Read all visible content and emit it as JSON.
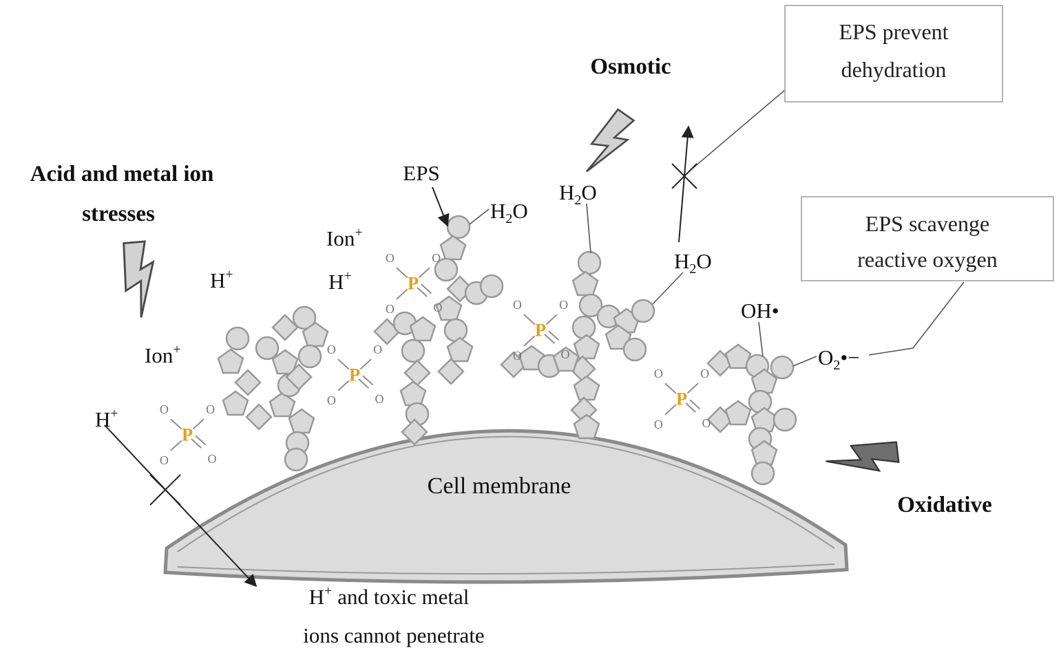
{
  "colors": {
    "shape_fill": "#d9d9d9",
    "shape_stroke": "#999999",
    "membrane_fill": "#dcdcdc",
    "membrane_stroke": "#8a8a8a",
    "phosphorus_orange": "#e2a018",
    "box_border": "#b3b3b3",
    "text": "#111111"
  },
  "stresses": {
    "acid_line1": "Acid and metal ion",
    "acid_line2": "stresses",
    "osmotic": "Osmotic",
    "oxidative": "Oxidative"
  },
  "molecules": {
    "eps": "EPS",
    "h": "H",
    "plus": "+",
    "ion": "Ion",
    "h2o_h": "H",
    "h2o_sub": "2",
    "h2o_o": "O",
    "oh_radical": "OH•",
    "o2_o": "O",
    "o2_sub": "2",
    "o2_rad": "•−",
    "p": "P",
    "o": "O"
  },
  "membrane": {
    "label": "Cell membrane"
  },
  "callouts": {
    "dehydration_line1": "EPS prevent",
    "dehydration_line2": "dehydration",
    "scavenge_line1": "EPS scavenge",
    "scavenge_line2": "reactive oxygen"
  },
  "notes": {
    "penetrate_h": "H",
    "penetrate_sup": "+",
    "penetrate_rest": "and toxic metal",
    "penetrate_line2": "ions cannot penetrate"
  }
}
